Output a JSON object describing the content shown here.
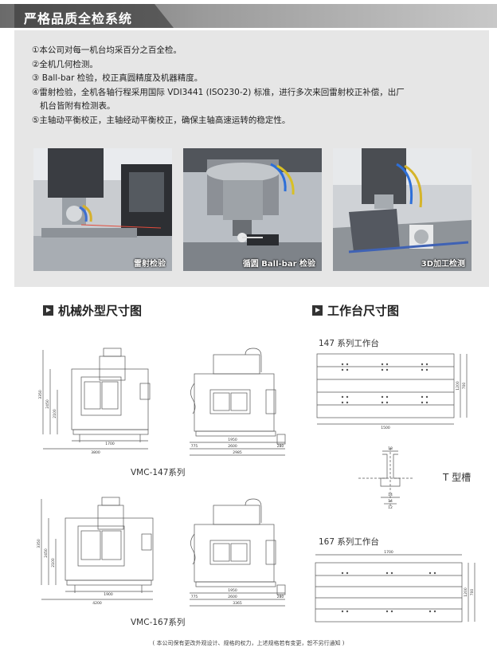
{
  "header": {
    "title": "严格品质全检系统"
  },
  "checks": [
    "①本公司对每一机台均采百分之百全检。",
    "②全机几何检测。",
    "③ Ball-bar 检验，校正真圆精度及机器精度。",
    "④雷射检验，全机各轴行程采用国际 VDI3441 (ISO230-2) 标准，进行多次来回雷射校正补偿，出厂",
    "   机台皆附有检测表。",
    "⑤主轴动平衡校正，主轴经动平衡校正，确保主轴高速运转的稳定性。"
  ],
  "photos": [
    {
      "caption": "雷射检验"
    },
    {
      "caption": "循圆 Ball-bar 检验"
    },
    {
      "caption": "3D加工检测"
    }
  ],
  "sections": {
    "machine": "机械外型尺寸图",
    "table": "工作台尺寸图"
  },
  "machines": [
    {
      "label": "VMC-147系列",
      "front": {
        "h1": "3350",
        "h2": "2450",
        "h3": "2100",
        "w1": "1700",
        "w2": "3800"
      },
      "side": {
        "w1": "775",
        "w2": "1950",
        "w3": "2600",
        "w4": "280",
        "w5": "2985"
      }
    },
    {
      "label": "VMC-167系列",
      "front": {
        "h1": "3350",
        "h2": "2450",
        "h3": "2100",
        "w1": "1900",
        "w2": "4200"
      },
      "side": {
        "w1": "775",
        "w2": "1950",
        "w3": "2600",
        "w4": "280",
        "w5": "3365"
      }
    }
  ],
  "tables": [
    {
      "label": "147 系列工作台",
      "length": "1500",
      "h1": "1200",
      "h2": "700"
    },
    {
      "label": "167 系列工作台",
      "length": "1700",
      "h1": "1200",
      "h2": "700"
    }
  ],
  "tslot": {
    "label": "T 型槽",
    "a": "18",
    "b": "14",
    "c": "14",
    "d": "12"
  },
  "footer": "( 本公司保有更改外观设计、规格的权力，上述规格若有变更，恕不另行通知 )"
}
